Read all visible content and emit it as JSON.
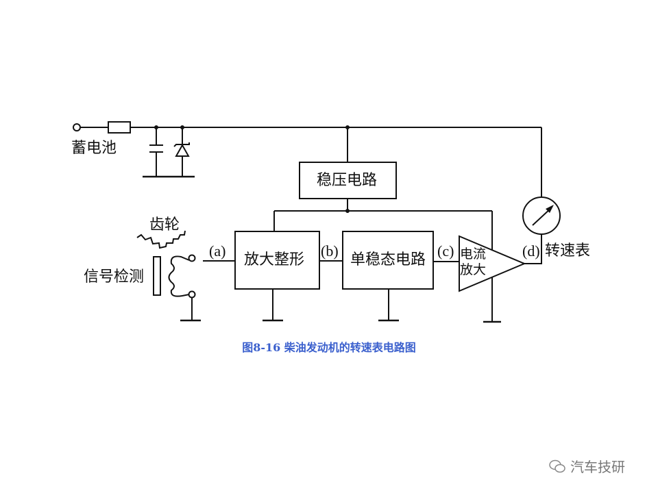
{
  "labels": {
    "battery": "蓄电池",
    "regulator": "稳压电路",
    "shaper": "放大整形",
    "monostable": "单稳态电路",
    "amp_line1": "电流",
    "amp_line2": "放大",
    "gear": "齿轮",
    "sensor": "信号检测",
    "tachometer": "转速表",
    "point_a": "(a)",
    "point_b": "(b)",
    "point_c": "(c)",
    "point_d": "(d)"
  },
  "caption": "图8-16  柴油发动机的转速表电路图",
  "watermark": "汽车技研",
  "colors": {
    "caption": "#3a5fcd",
    "line": "#111111"
  }
}
